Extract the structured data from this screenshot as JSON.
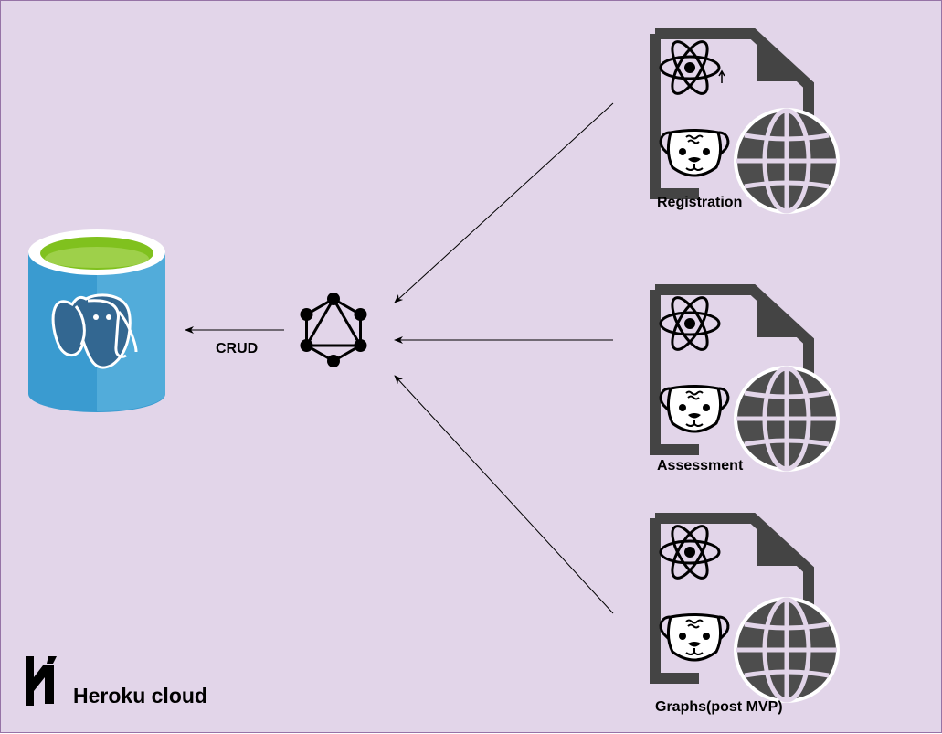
{
  "diagram": {
    "edge_label": "CRUD",
    "platform": {
      "label": "Heroku cloud",
      "logo": "heroku-logo"
    },
    "nodes": {
      "database": {
        "icon": "postgresql-database-icon"
      },
      "api": {
        "icon": "graphql-icon"
      }
    },
    "apps": [
      {
        "label": "Registration",
        "icons": [
          "react-icon",
          "pug-icon",
          "globe-icon"
        ]
      },
      {
        "label": "Assessment",
        "icons": [
          "react-icon",
          "pug-icon",
          "globe-icon"
        ]
      },
      {
        "label": "Graphs(post MVP)",
        "icons": [
          "react-icon",
          "pug-icon",
          "globe-icon"
        ]
      }
    ]
  },
  "colors": {
    "background": "#e2d5e9",
    "border": "#9673a6",
    "db_blue": "#3a9bd0",
    "db_top": "#80c11e",
    "doc_dark": "#444444",
    "globe": "#4d4d4d"
  }
}
